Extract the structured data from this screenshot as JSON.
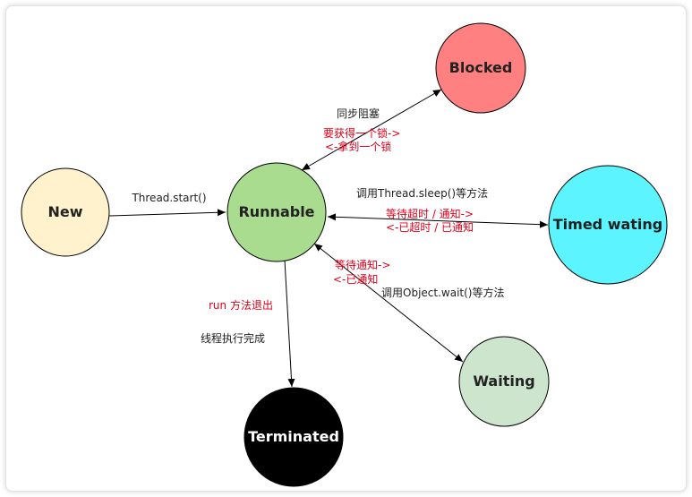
{
  "nodes": {
    "new": {
      "label": "New",
      "fill": "#fff2cc"
    },
    "runnable": {
      "label": "Runnable",
      "fill": "#a9dc8e"
    },
    "blocked": {
      "label": "Blocked",
      "fill": "#ff8080"
    },
    "timed": {
      "label": "Timed wating",
      "fill": "#5cf4ff"
    },
    "waiting": {
      "label": "Waiting",
      "fill": "#cce5cc"
    },
    "terminated": {
      "label": "Terminated",
      "fill": "#000000"
    }
  },
  "edges": {
    "start": {
      "label": "Thread.start()"
    },
    "blocked": {
      "label": "同步阻塞",
      "note1": "要获得一个锁->",
      "note2": "<-拿到一个锁"
    },
    "timed": {
      "label": "调用Thread.sleep()等方法",
      "note1": "等待超时 / 通知->",
      "note2": "<-已超时 / 已通知"
    },
    "waiting": {
      "label": "调用Object.wait()等方法",
      "note1": "等待通知->",
      "note2": "<-已通知"
    },
    "terminated": {
      "note": "run 方法退出",
      "label": "线程执行完成"
    }
  },
  "colors": {
    "note_red": "#e0001b",
    "stroke": "#000000"
  }
}
